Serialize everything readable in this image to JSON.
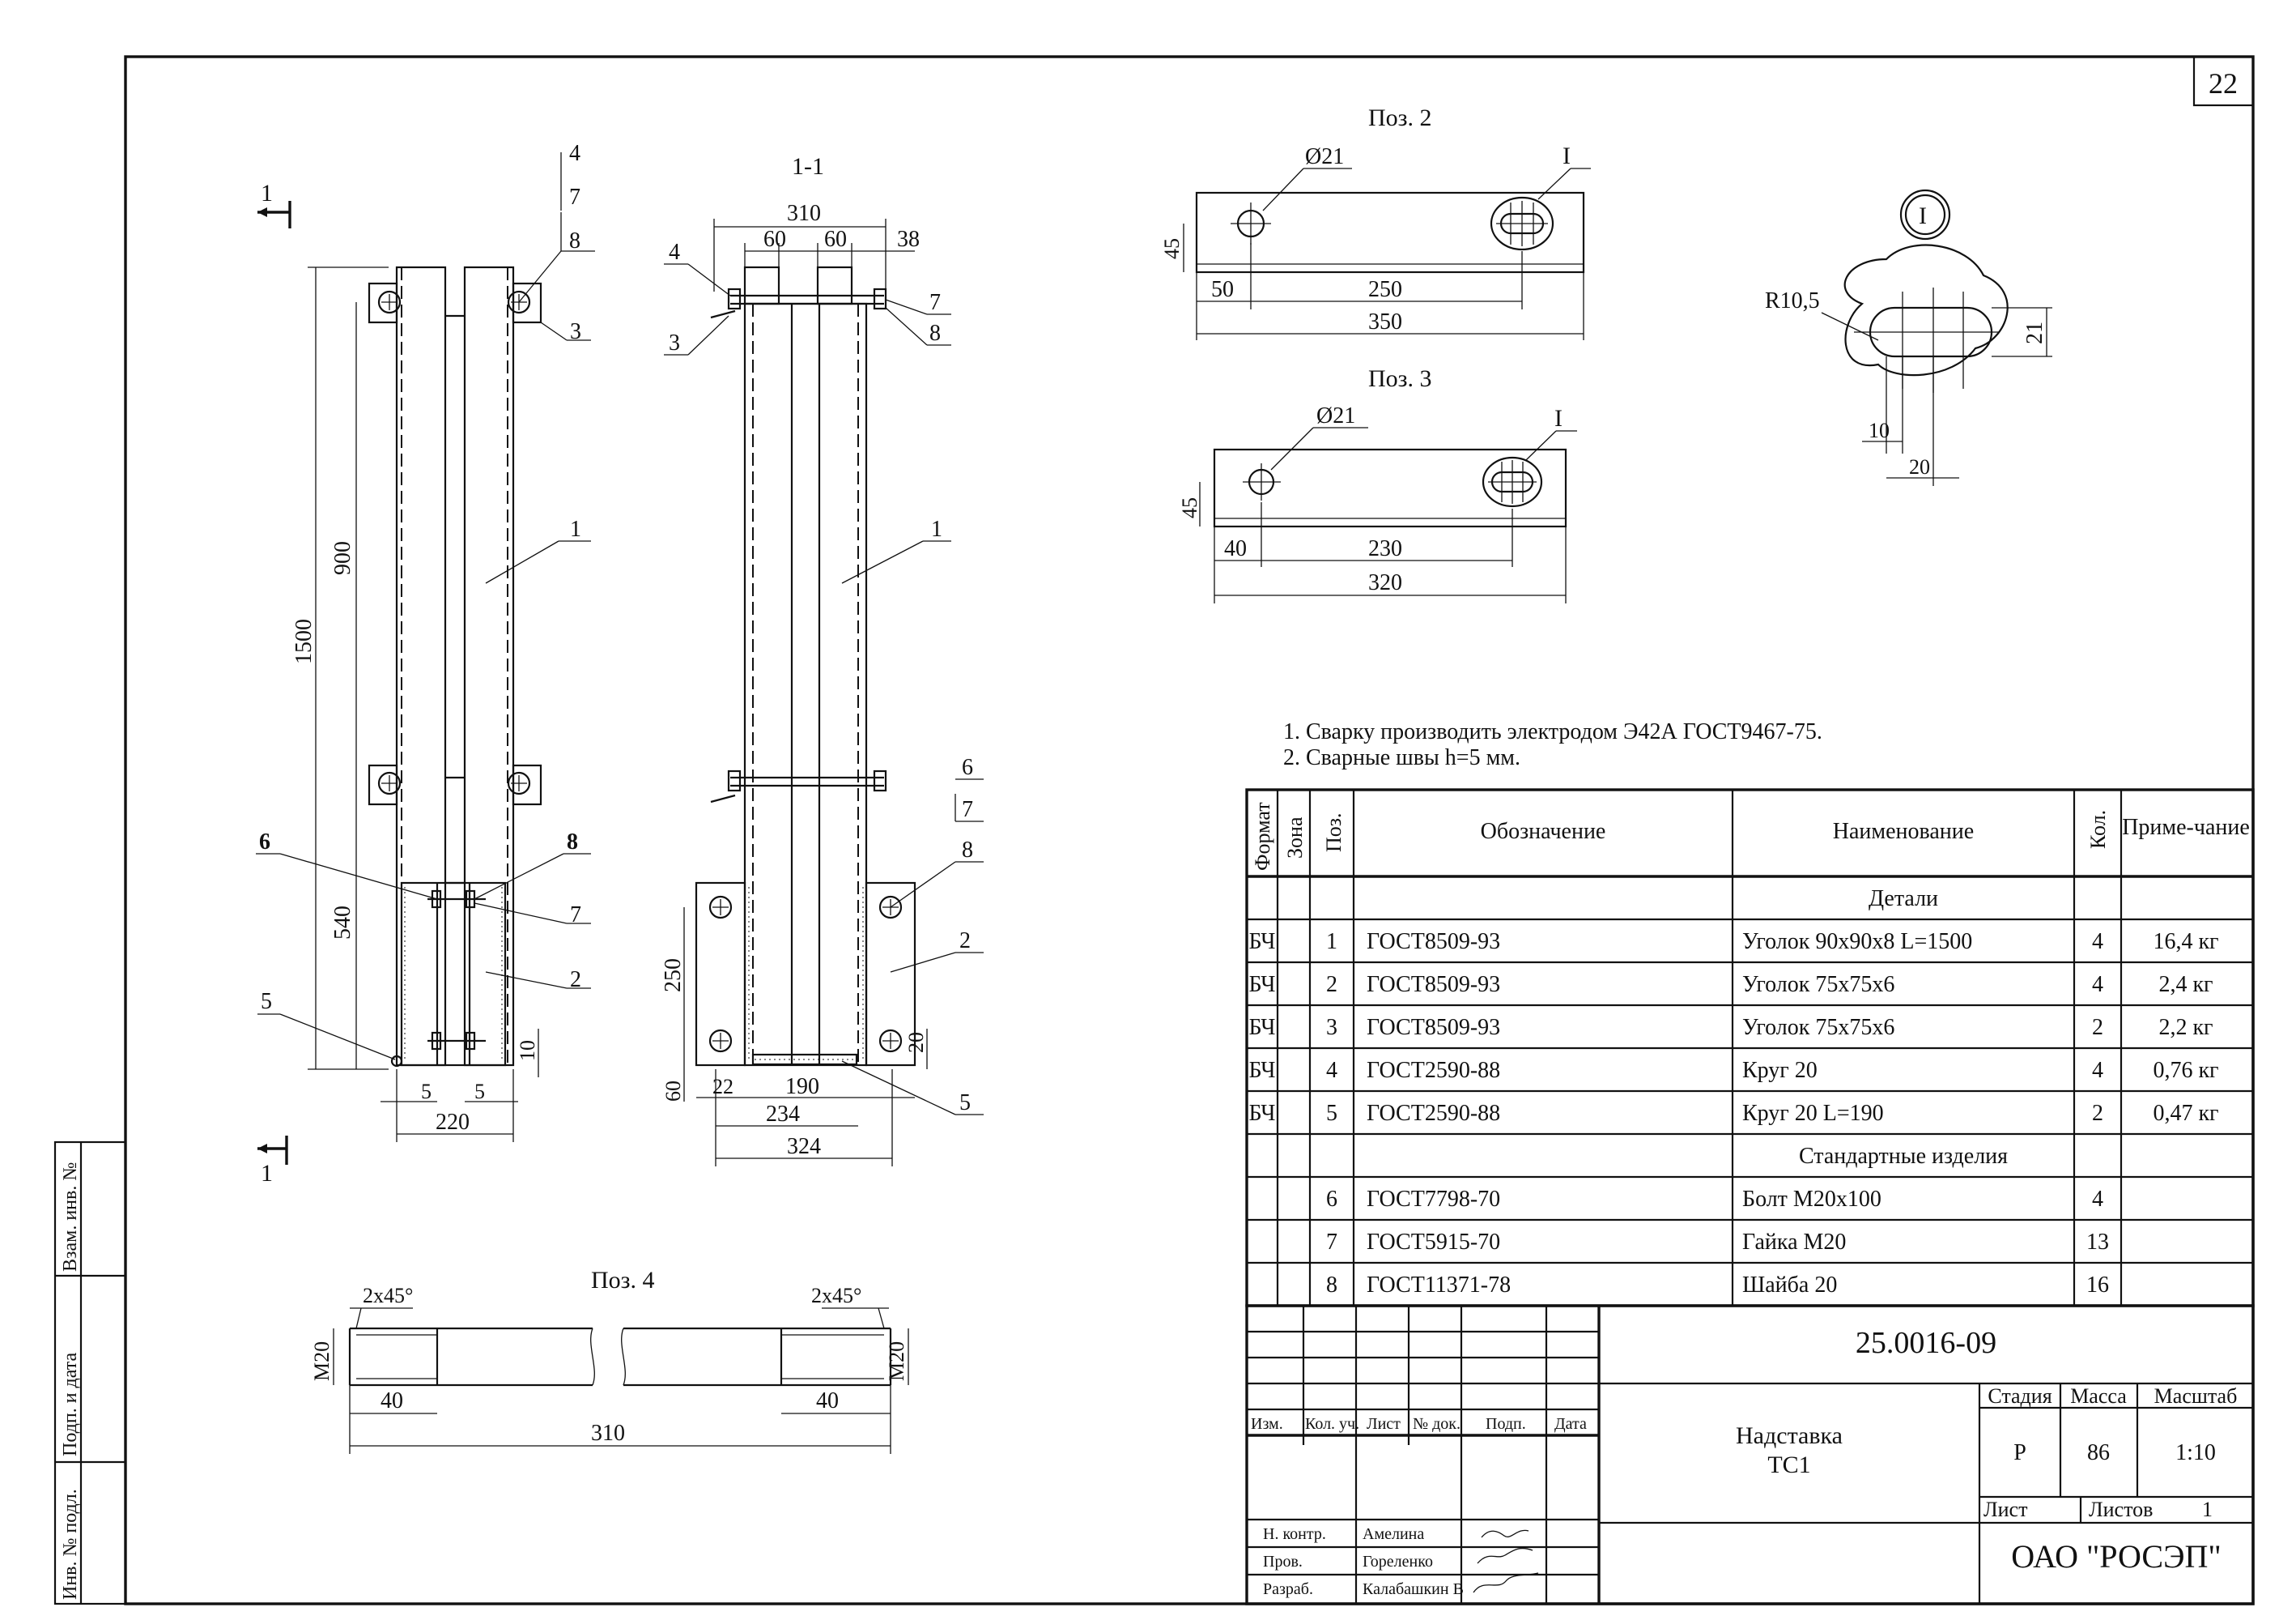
{
  "sheet_number": "22",
  "section_views": {
    "front": {
      "section_mark": "1",
      "dims": {
        "d1500": "1500",
        "d900": "900",
        "d540": "540",
        "d220": "220",
        "d5a": "5",
        "d5b": "5",
        "d10": "10"
      },
      "callouts": {
        "c1": "1",
        "c2": "2",
        "c3": "3",
        "c4": "4",
        "c5": "5",
        "c6": "6",
        "c7a": "7",
        "c7b": "7",
        "c8a": "8",
        "c8b": "8"
      }
    },
    "section": {
      "title": "1-1",
      "dims": {
        "d310": "310",
        "d60a": "60",
        "d60b": "60",
        "d38": "38",
        "d250": "250",
        "d60c": "60",
        "d22": "22",
        "d190": "190",
        "d234": "234",
        "d324": "324",
        "d20": "20"
      },
      "callouts": {
        "c1": "1",
        "c2": "2",
        "c3": "3",
        "c4": "4",
        "c5": "5",
        "c6": "6",
        "c7a": "7",
        "c7b": "7",
        "c8a": "8",
        "c8b": "8"
      }
    }
  },
  "pos2": {
    "title": "Поз. 2",
    "hole": "Ø21",
    "detail_mark": "I",
    "dims": {
      "h": "45",
      "a": "50",
      "b": "250",
      "total": "350"
    }
  },
  "pos3": {
    "title": "Поз. 3",
    "hole": "Ø21",
    "detail_mark": "I",
    "dims": {
      "h": "45",
      "a": "40",
      "b": "230",
      "total": "320"
    }
  },
  "detail_I": {
    "mark": "I",
    "radius": "R10,5",
    "dims": {
      "d21": "21",
      "d10": "10",
      "d20": "20"
    }
  },
  "pos4": {
    "title": "Поз. 4",
    "chamfer_left": "2x45°",
    "chamfer_right": "2x45°",
    "thread_left": "M20",
    "thread_right": "M20",
    "len_left": "40",
    "len_right": "40",
    "total": "310"
  },
  "notes": [
    "1. Сварку производить электродом Э42А ГОСТ9467-75.",
    "2. Сварные швы h=5 мм."
  ],
  "spec_table": {
    "headers": {
      "format": "Формат",
      "zone": "Зона",
      "pos": "Поз.",
      "designation": "Обозначение",
      "name": "Наименование",
      "qty": "Кол.",
      "note": "Приме-чание"
    },
    "section_details": "Детали",
    "section_standard": "Стандартные изделия",
    "rows": [
      {
        "format": "БЧ",
        "pos": "1",
        "designation": "ГОСТ8509-93",
        "name": "Уголок 90х90х8 L=1500",
        "qty": "4",
        "note": "16,4 кг"
      },
      {
        "format": "БЧ",
        "pos": "2",
        "designation": "ГОСТ8509-93",
        "name": "Уголок 75х75х6",
        "qty": "4",
        "note": "2,4 кг"
      },
      {
        "format": "БЧ",
        "pos": "3",
        "designation": "ГОСТ8509-93",
        "name": "Уголок 75х75х6",
        "qty": "2",
        "note": "2,2 кг"
      },
      {
        "format": "БЧ",
        "pos": "4",
        "designation": "ГОСТ2590-88",
        "name": "Круг 20",
        "qty": "4",
        "note": "0,76 кг"
      },
      {
        "format": "БЧ",
        "pos": "5",
        "designation": "ГОСТ2590-88",
        "name": "Круг 20 L=190",
        "qty": "2",
        "note": "0,47 кг"
      },
      {
        "format": "",
        "pos": "6",
        "designation": "ГОСТ7798-70",
        "name": "Болт М20х100",
        "qty": "4",
        "note": ""
      },
      {
        "format": "",
        "pos": "7",
        "designation": "ГОСТ5915-70",
        "name": "Гайка М20",
        "qty": "13",
        "note": ""
      },
      {
        "format": "",
        "pos": "8",
        "designation": "ГОСТ11371-78",
        "name": "Шайба 20",
        "qty": "16",
        "note": ""
      }
    ]
  },
  "title_block": {
    "doc_number": "25.0016-09",
    "title_line1": "Надставка",
    "title_line2": "ТС1",
    "col_izm": "Изм.",
    "col_kol": "Кол. уч.",
    "col_list": "Лист",
    "col_doc": "№ док.",
    "col_podp": "Подп.",
    "col_data": "Дата",
    "stage_label": "Стадия",
    "mass_label": "Масса",
    "scale_label": "Масштаб",
    "stage": "Р",
    "mass": "86",
    "scale": "1:10",
    "sheet_label": "Лист",
    "sheets_label": "Листов",
    "sheets": "1",
    "company": "ОАО \"РОСЭП\"",
    "roles": [
      {
        "role": "Н. контр.",
        "name": "Амелина"
      },
      {
        "role": "Пров.",
        "name": "Гореленко"
      },
      {
        "role": "Разраб.",
        "name": "Калабашкин В"
      }
    ]
  },
  "side_stamp": {
    "vzam": "Взам. инв. №",
    "podp": "Подп. и дата",
    "inv": "Инв. № подл."
  }
}
